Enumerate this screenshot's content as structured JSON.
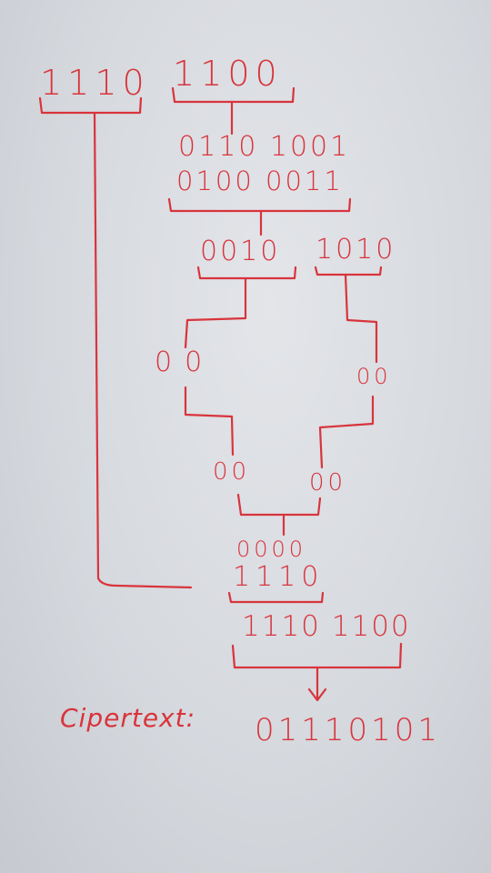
{
  "ink_color": "#d8343c",
  "top": {
    "left_block": "1110",
    "right_block": "1100"
  },
  "stage1": {
    "line1": "0110 1001",
    "line2": "0100 0011"
  },
  "stage2": {
    "left": "0010",
    "right": "1010"
  },
  "stage3": {
    "left": "00",
    "right": "00"
  },
  "stage4": {
    "left": "00",
    "right": "00"
  },
  "stage5": {
    "combined": "0000",
    "carried": "1110"
  },
  "stage6": {
    "pair": "1110 1100"
  },
  "result": {
    "label": "Cipertext:",
    "value": "01110101"
  }
}
